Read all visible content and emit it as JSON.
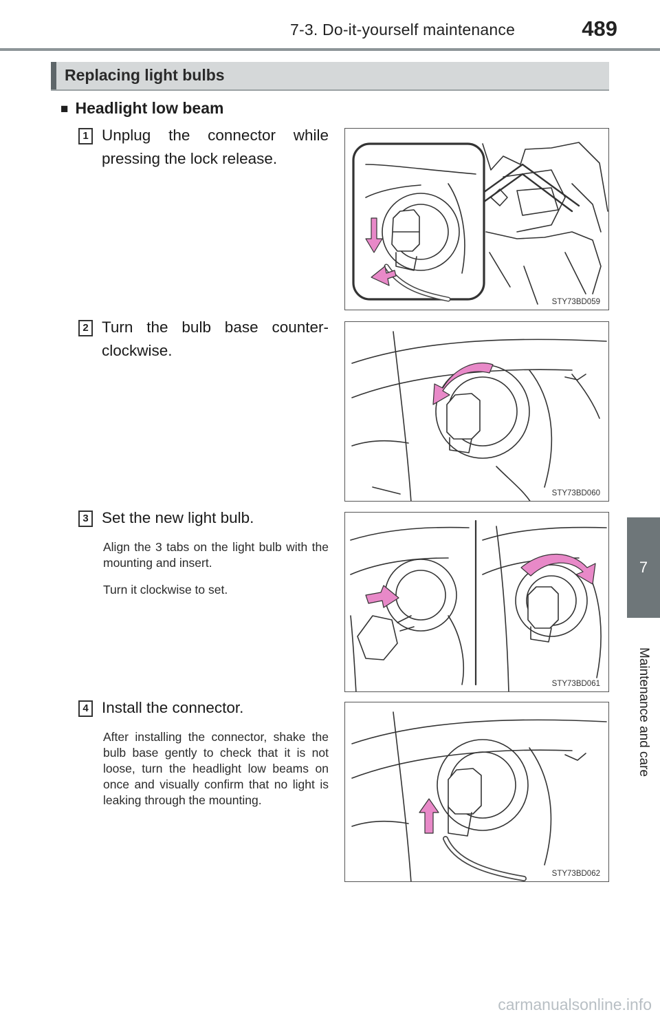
{
  "header": {
    "section": "7-3. Do-it-yourself maintenance",
    "page_number": "489"
  },
  "side_tab": {
    "chapter_number": "7",
    "chapter_title": "Maintenance and care"
  },
  "section_title": "Replacing light bulbs",
  "subheading": {
    "marker": "■",
    "text": "Headlight low beam"
  },
  "steps": [
    {
      "number": "1",
      "text": "Unplug the connector while pressing the lock release.",
      "notes": [],
      "figure_code": "STY73BD059"
    },
    {
      "number": "2",
      "text": "Turn the bulb base counter-clockwise.",
      "notes": [],
      "figure_code": "STY73BD060"
    },
    {
      "number": "3",
      "text": "Set the new light bulb.",
      "notes": [
        "Align the 3 tabs on the light bulb with the mounting and insert.",
        "Turn it clockwise to set."
      ],
      "figure_code": "STY73BD061"
    },
    {
      "number": "4",
      "text": "Install the connector.",
      "notes": [
        "After installing the connector, shake the bulb base gently to check that it is not loose, turn the headlight low beams on once and visually confirm that no light is leaking through the mounting."
      ],
      "figure_code": "STY73BD062"
    }
  ],
  "watermark": "carmanualsonline.info",
  "colors": {
    "section_bar": "#d5d8d9",
    "side_tab": "#6e7679",
    "arrow_fill": "#e889c8",
    "header_rule": "#8d9598"
  }
}
